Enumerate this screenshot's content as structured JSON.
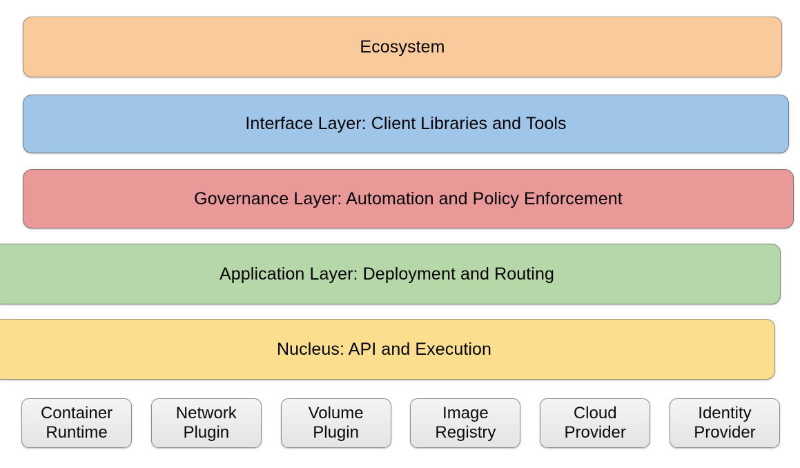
{
  "diagram": {
    "type": "layered-stack",
    "background": "#ffffff",
    "layers": [
      {
        "id": "ecosystem",
        "label": "Ecosystem",
        "color": "#f9cb9c",
        "border_color": "#9b8b7a"
      },
      {
        "id": "interface",
        "label": "Interface Layer: Client Libraries and Tools",
        "color": "#9fc5e8",
        "border_color": "#72808c"
      },
      {
        "id": "governance",
        "label": "Governance Layer: Automation and Policy Enforcement",
        "color": "#ea9999",
        "border_color": "#8d7272"
      },
      {
        "id": "application",
        "label": "Application Layer: Deployment and Routing",
        "color": "#b6d7a8",
        "border_color": "#7d8c78"
      },
      {
        "id": "nucleus",
        "label": "Nucleus: API and Execution",
        "color": "#fcdf8e",
        "border_color": "#9b9072"
      }
    ],
    "providers": {
      "fill": "#ededed",
      "border_color": "#8d8d8d",
      "items": [
        {
          "id": "container-runtime",
          "line1": "Container",
          "line2": "Runtime"
        },
        {
          "id": "network-plugin",
          "line1": "Network",
          "line2": "Plugin"
        },
        {
          "id": "volume-plugin",
          "line1": "Volume",
          "line2": "Plugin"
        },
        {
          "id": "image-registry",
          "line1": "Image",
          "line2": "Registry"
        },
        {
          "id": "cloud-provider",
          "line1": "Cloud",
          "line2": "Provider"
        },
        {
          "id": "identity-provider",
          "line1": "Identity",
          "line2": "Provider"
        }
      ]
    }
  }
}
